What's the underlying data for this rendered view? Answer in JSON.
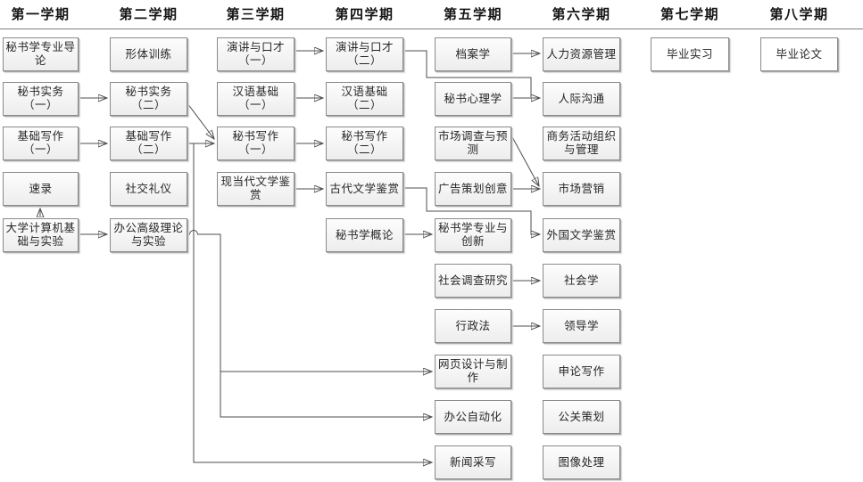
{
  "semesters": [
    {
      "label": "第一学期"
    },
    {
      "label": "第二学期"
    },
    {
      "label": "第三学期"
    },
    {
      "label": "第四学期"
    },
    {
      "label": "第五学期"
    },
    {
      "label": "第六学期"
    },
    {
      "label": "第七学期"
    },
    {
      "label": "第八学期"
    }
  ],
  "courses": [
    {
      "id": "zhuanyedaolun",
      "col": 1,
      "row": 1,
      "lines": [
        "秘书学专业导",
        "论"
      ]
    },
    {
      "id": "mishushiwu1",
      "col": 1,
      "row": 2,
      "lines": [
        "秘书实务",
        "（一）"
      ]
    },
    {
      "id": "jichuxiezuo1",
      "col": 1,
      "row": 3,
      "lines": [
        "基础写作",
        "（一）"
      ]
    },
    {
      "id": "sulu",
      "col": 1,
      "row": 4,
      "lines": [
        "速录"
      ]
    },
    {
      "id": "daxuejisuanji",
      "col": 1,
      "row": 5,
      "lines": [
        "大学计算机基",
        "础与实验"
      ]
    },
    {
      "id": "xingtixunlian",
      "col": 2,
      "row": 1,
      "lines": [
        "形体训练"
      ]
    },
    {
      "id": "mishushiwu2",
      "col": 2,
      "row": 2,
      "lines": [
        "秘书实务",
        "（二）"
      ]
    },
    {
      "id": "jichuxiezuo2",
      "col": 2,
      "row": 3,
      "lines": [
        "基础写作",
        "（二）"
      ]
    },
    {
      "id": "shejiaoliyi",
      "col": 2,
      "row": 4,
      "lines": [
        "社交礼仪"
      ]
    },
    {
      "id": "bangonggaoji",
      "col": 2,
      "row": 5,
      "lines": [
        "办公高级理论",
        "与实验"
      ]
    },
    {
      "id": "yanjiangkoucai1",
      "col": 3,
      "row": 1,
      "lines": [
        "演讲与口才",
        "（一）"
      ]
    },
    {
      "id": "hanyujichu1",
      "col": 3,
      "row": 2,
      "lines": [
        "汉语基础",
        "（一）"
      ]
    },
    {
      "id": "mishuxiezuo1",
      "col": 3,
      "row": 3,
      "lines": [
        "秘书写作",
        "（一）"
      ]
    },
    {
      "id": "xiandangdaiwenxue",
      "col": 3,
      "row": 4,
      "lines": [
        "现当代文学鉴",
        "赏"
      ]
    },
    {
      "id": "yanjiangkoucai2",
      "col": 4,
      "row": 1,
      "lines": [
        "演讲与口才",
        "（二）"
      ]
    },
    {
      "id": "hanyujichu2",
      "col": 4,
      "row": 2,
      "lines": [
        "汉语基础",
        "（二）"
      ]
    },
    {
      "id": "mishuxiezuo2",
      "col": 4,
      "row": 3,
      "lines": [
        "秘书写作",
        "（二）"
      ]
    },
    {
      "id": "gudaiwenxue",
      "col": 4,
      "row": 4,
      "lines": [
        "古代文学鉴赏"
      ]
    },
    {
      "id": "mishuxuegailun",
      "col": 4,
      "row": 5,
      "lines": [
        "秘书学概论"
      ]
    },
    {
      "id": "danganxue",
      "col": 5,
      "row": 1,
      "lines": [
        "档案学"
      ]
    },
    {
      "id": "mishuxinlixue",
      "col": 5,
      "row": 2,
      "lines": [
        "秘书心理学"
      ]
    },
    {
      "id": "shichangdiaocha",
      "col": 5,
      "row": 3,
      "lines": [
        "市场调查与预",
        "测"
      ]
    },
    {
      "id": "guanggaocehua",
      "col": 5,
      "row": 4,
      "lines": [
        "广告策划创意"
      ]
    },
    {
      "id": "zhuanyuchuangxin",
      "col": 5,
      "row": 5,
      "lines": [
        "秘书学专业与",
        "创新"
      ]
    },
    {
      "id": "shehuidiaocha",
      "col": 5,
      "row": 6,
      "lines": [
        "社会调查研究"
      ]
    },
    {
      "id": "xingzhengfa",
      "col": 5,
      "row": 7,
      "lines": [
        "行政法"
      ]
    },
    {
      "id": "wangyesheji",
      "col": 5,
      "row": 8,
      "lines": [
        "网页设计与制",
        "作"
      ]
    },
    {
      "id": "bangongzidonghua",
      "col": 5,
      "row": 9,
      "lines": [
        "办公自动化"
      ]
    },
    {
      "id": "xinwencaixie",
      "col": 5,
      "row": 10,
      "lines": [
        "新闻采写"
      ]
    },
    {
      "id": "renliziyuan",
      "col": 6,
      "row": 1,
      "lines": [
        "人力资源管理"
      ]
    },
    {
      "id": "renjigoutong",
      "col": 6,
      "row": 2,
      "lines": [
        "人际沟通"
      ]
    },
    {
      "id": "shangwuhuodong",
      "col": 6,
      "row": 3,
      "lines": [
        "商务活动组织",
        "与管理"
      ]
    },
    {
      "id": "shichangyingxiao",
      "col": 6,
      "row": 4,
      "lines": [
        "市场营销"
      ]
    },
    {
      "id": "waiguowenxue",
      "col": 6,
      "row": 5,
      "lines": [
        "外国文学鉴赏"
      ]
    },
    {
      "id": "shehuixue",
      "col": 6,
      "row": 6,
      "lines": [
        "社会学"
      ]
    },
    {
      "id": "lingdaoxue",
      "col": 6,
      "row": 7,
      "lines": [
        "领导学"
      ]
    },
    {
      "id": "shenlunxiezuo",
      "col": 6,
      "row": 8,
      "lines": [
        "申论写作"
      ]
    },
    {
      "id": "gongguancehua",
      "col": 6,
      "row": 9,
      "lines": [
        "公关策划"
      ]
    },
    {
      "id": "tuxiangchuli",
      "col": 6,
      "row": 10,
      "lines": [
        "图像处理"
      ]
    },
    {
      "id": "biyeshixi",
      "col": 7,
      "row": 1,
      "lines": [
        "毕业实习"
      ],
      "plain": true
    },
    {
      "id": "biyelunwen",
      "col": 8,
      "row": 1,
      "lines": [
        "毕业论文"
      ],
      "plain": true
    }
  ],
  "edges": [
    {
      "from": "mishushiwu1",
      "to": "mishushiwu2"
    },
    {
      "from": "jichuxiezuo1",
      "to": "jichuxiezuo2"
    },
    {
      "from": "daxuejisuanji",
      "to": "sulu"
    },
    {
      "from": "daxuejisuanji",
      "to": "bangonggaoji"
    },
    {
      "from": "mishushiwu2",
      "to": "mishuxiezuo1"
    },
    {
      "from": "jichuxiezuo2",
      "to": "mishuxiezuo1"
    },
    {
      "from": "jichuxiezuo2",
      "to": "xinwencaixie"
    },
    {
      "from": "bangonggaoji",
      "to": "wangyesheji"
    },
    {
      "from": "bangonggaoji",
      "to": "bangongzidonghua"
    },
    {
      "from": "yanjiangkoucai1",
      "to": "yanjiangkoucai2"
    },
    {
      "from": "hanyujichu1",
      "to": "hanyujichu2"
    },
    {
      "from": "mishuxiezuo1",
      "to": "mishuxiezuo2"
    },
    {
      "from": "xiandangdaiwenxue",
      "to": "gudaiwenxue"
    },
    {
      "from": "yanjiangkoucai2",
      "to": "renjigoutong"
    },
    {
      "from": "gudaiwenxue",
      "to": "waiguowenxue"
    },
    {
      "from": "mishuxuegailun",
      "to": "zhuanyuchuangxin"
    },
    {
      "from": "danganxue",
      "to": "renliziyuan"
    },
    {
      "from": "mishuxinlixue",
      "to": "renjigoutong"
    },
    {
      "from": "shichangdiaocha",
      "to": "shichangyingxiao"
    },
    {
      "from": "guanggaocehua",
      "to": "shichangyingxiao"
    },
    {
      "from": "shehuidiaocha",
      "to": "shehuixue"
    },
    {
      "from": "xingzhengfa",
      "to": "lingdaoxue"
    }
  ],
  "colors": {
    "line": "#4d4d4d",
    "box_border": "#8a8a8a",
    "box_fill_top": "#fdfdfd",
    "box_fill_bottom": "#ededed",
    "text": "#262626",
    "background": "#ffffff"
  }
}
